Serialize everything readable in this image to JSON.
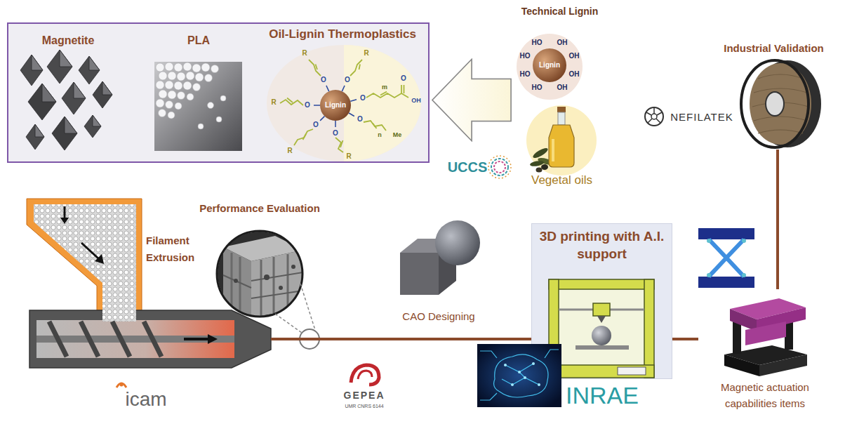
{
  "diagram": {
    "nodes": [
      {
        "text": [
          "Magnetite",
          "PLA",
          "Oil-Lignin Thermoplastics"
        ]
      },
      {
        "text": [
          "Technical Lignin"
        ]
      },
      {
        "text": [
          "Vegetal oils"
        ]
      },
      {
        "text": [
          "Industrial Validation"
        ]
      },
      {
        "text": [
          "Filament Extrusion"
        ]
      },
      {
        "text": [
          "Performance Evaluation"
        ]
      },
      {
        "text": [
          "CAO Designing"
        ]
      },
      {
        "text": [
          "3D printing with A.I. support"
        ]
      },
      {
        "text": [
          "Magnetic actuation capabilities items"
        ]
      }
    ],
    "edges": [
      {
        "from": 1,
        "to": 0,
        "arrow": "to"
      },
      {
        "from": 2,
        "to": 0,
        "arrow": "to"
      },
      {
        "from": 4,
        "to": 7,
        "arrow": "none"
      },
      {
        "from": 7,
        "to": 8,
        "arrow": "none"
      },
      {
        "from": 8,
        "to": 3,
        "arrow": "none"
      }
    ],
    "labels": [
      "Lignin",
      "R",
      "R",
      "R",
      "R",
      "R",
      "O",
      "O",
      "O",
      "O",
      "O",
      "O",
      "O",
      "m",
      "O",
      "OH",
      "n",
      "Me",
      "Lignin",
      "OH",
      "OH",
      "OH",
      "OH",
      "HO",
      "HO",
      "HO",
      "HO",
      "UCCS",
      "NEFILATEK",
      "icam",
      "GEPEA",
      "UMR CNRS 6144",
      "INRAE"
    ]
  }
}
